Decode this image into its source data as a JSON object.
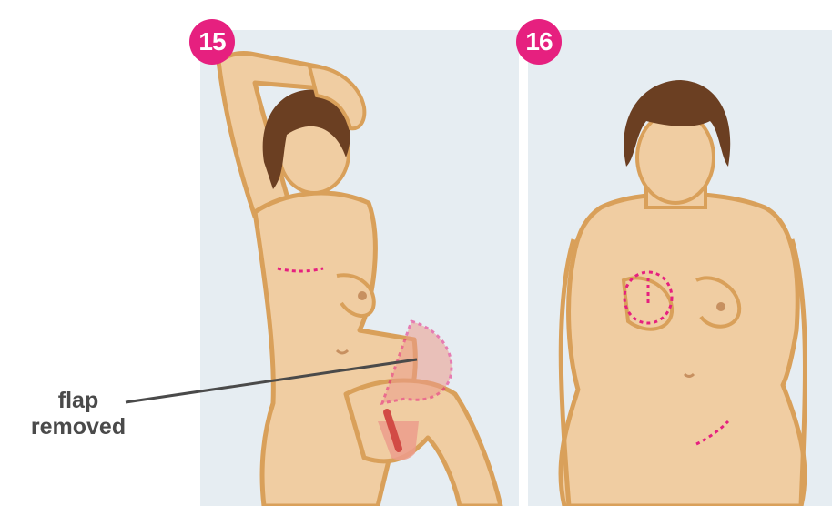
{
  "steps": [
    {
      "number": "15"
    },
    {
      "number": "16"
    }
  ],
  "callout": {
    "line1": "flap",
    "line2": "removed"
  },
  "colors": {
    "badge": "#e6207f",
    "panel_bg": "#e6edf2",
    "skin": "#f0cda2",
    "outline": "#d9a05a",
    "hair": "#6b3f22",
    "incision": "#e6207f",
    "flap_fill": "#ec9c8c",
    "leader_line": "#4a4a4a"
  }
}
